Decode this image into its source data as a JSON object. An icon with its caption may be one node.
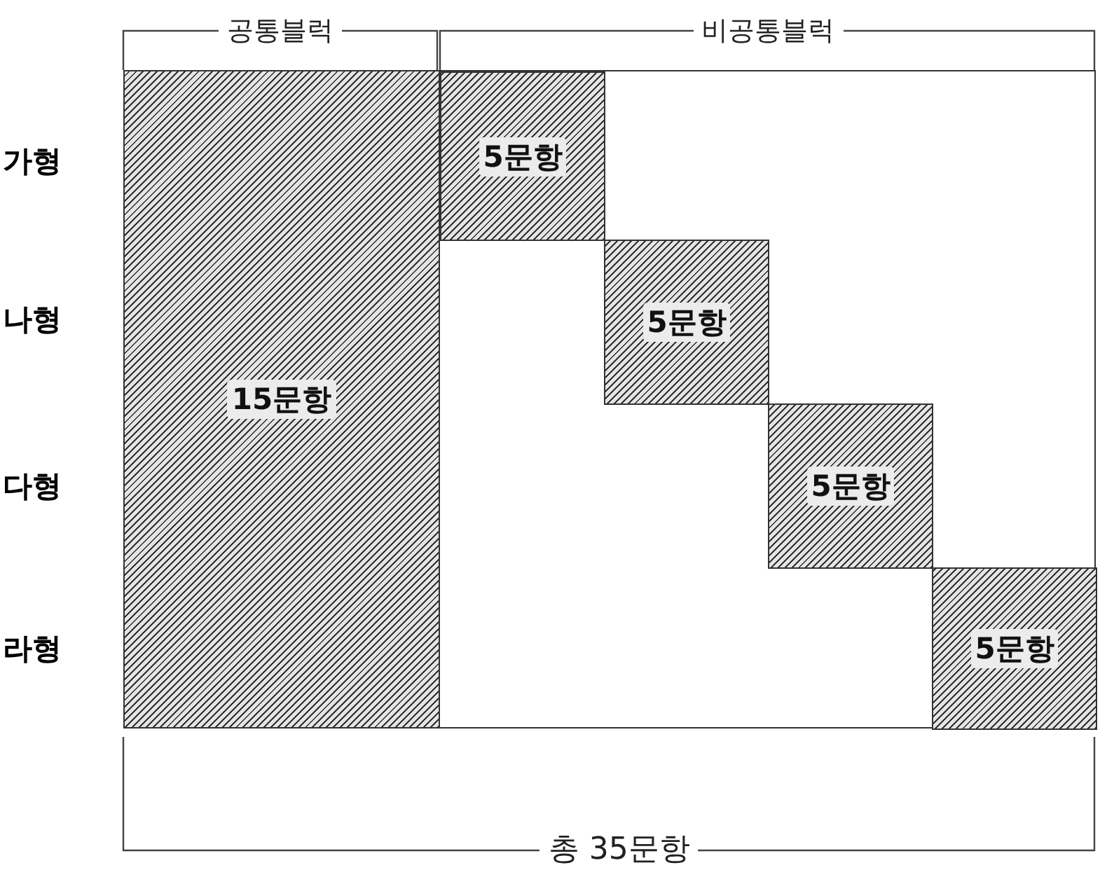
{
  "diagram": {
    "nodes": [
      {
        "text": [
          "15문항"
        ]
      },
      {
        "text": [],
        "shape": "box"
      },
      {
        "text": [
          "5문항"
        ],
        "in": 1
      },
      {
        "text": [
          "5문항"
        ],
        "in": 1
      },
      {
        "text": [
          "5문항"
        ],
        "in": 1
      },
      {
        "text": [
          "5문항"
        ],
        "in": 1
      }
    ],
    "edges": [],
    "labels": [
      "공통블럭",
      "비공통블럭",
      "가형",
      "나형",
      "다형",
      "라형",
      "총 35문항"
    ]
  }
}
